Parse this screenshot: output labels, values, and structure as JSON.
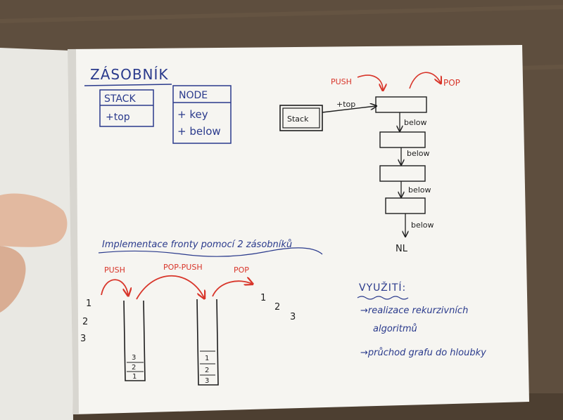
{
  "notebook": {
    "title": "ZÁSOBNÍK",
    "stack_class": {
      "name": "STACK",
      "attr": "+top"
    },
    "node_class": {
      "name": "NODE",
      "attrs": [
        "+ key",
        "+ below"
      ]
    },
    "linked_list": {
      "stack_label": "Stack",
      "top_label": "+top",
      "push_label": "PUSH",
      "pop_label": "POP",
      "below_label": "below",
      "null_label": "NL"
    },
    "queue": {
      "heading": "Implementace fronty pomocí 2 zásobníků",
      "push_label": "PUSH",
      "pop_push_label": "POP-PUSH",
      "pop_label": "POP",
      "input_numbers": [
        "1",
        "2",
        "3"
      ],
      "stack1_items": [
        "3",
        "2",
        "1"
      ],
      "stack2_items": [
        "1",
        "2",
        "3"
      ],
      "output_numbers": [
        "1",
        "2",
        "3"
      ]
    },
    "uses": {
      "heading": "VYUŽITÍ:",
      "items": [
        "→realizace rekurzivních",
        "algoritmů",
        "→průchod grafu do hloubky"
      ]
    }
  },
  "colors": {
    "blue_ink": "#2a3a8c",
    "red_ink": "#d8352a",
    "black_ink": "#1e1e1e",
    "paper": "#f5f4f0"
  }
}
